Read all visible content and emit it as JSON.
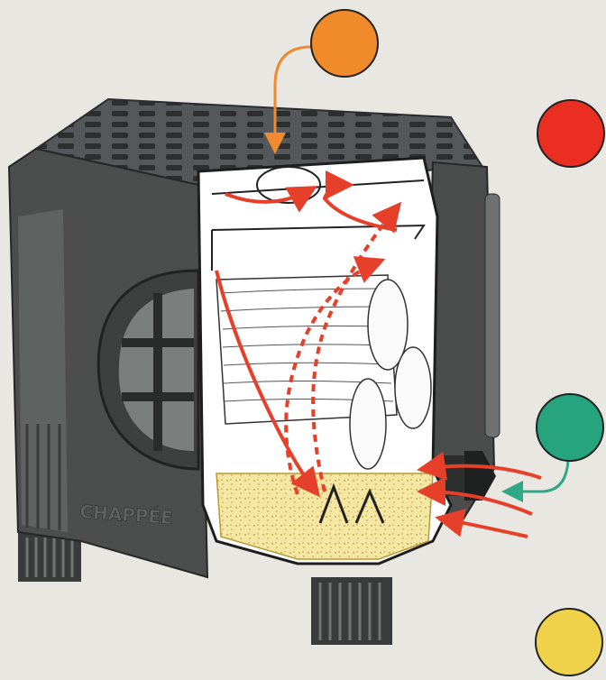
{
  "brand": {
    "name": "CHAPPÉE"
  },
  "legend_dots": [
    {
      "name": "orange-dot",
      "color": "#f08a2a"
    },
    {
      "name": "red-dot",
      "color": "#ea2e22"
    },
    {
      "name": "green-dot",
      "color": "#25a47e"
    },
    {
      "name": "yellow-dot",
      "color": "#f0d24a"
    }
  ],
  "colors": {
    "stove_dark": "#3c3e3d",
    "stove_mid": "#5b5e5c",
    "stove_light": "#8c8f8c",
    "interior": "#ffffff",
    "flame_arrow": "#e6402b",
    "air_arrow": "#2fa885",
    "ember_bed": "#f4e6a3",
    "leader_orange": "#ef8a31"
  }
}
